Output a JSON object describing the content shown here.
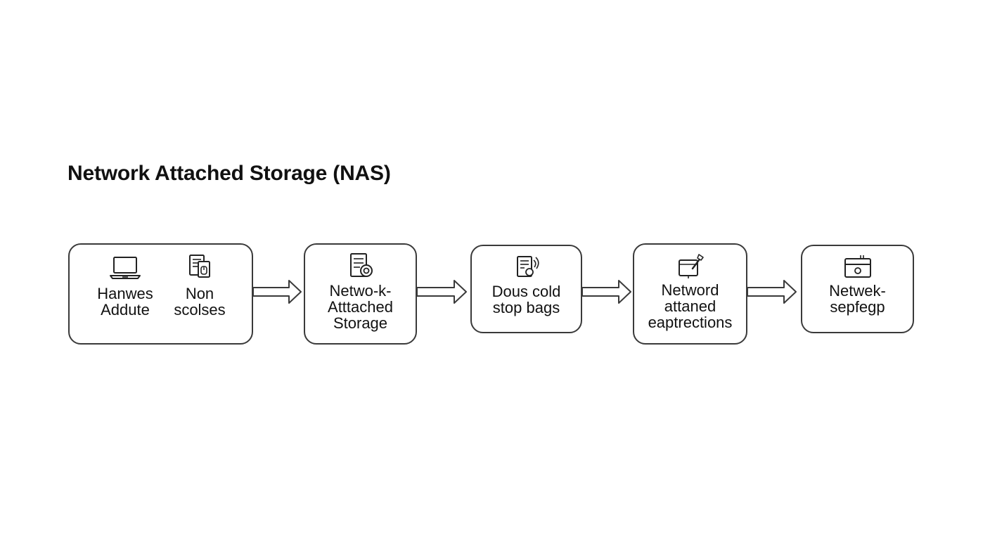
{
  "diagram": {
    "title": "Network Attached Storage (NAS)",
    "nodes": [
      {
        "id": "clients",
        "items": [
          {
            "icon": "laptop-icon",
            "lines": [
              "Hanwes",
              "Addute"
            ]
          },
          {
            "icon": "documents-icon",
            "lines": [
              "Non",
              "scolses"
            ]
          }
        ]
      },
      {
        "id": "nas",
        "icon": "nas-device-icon",
        "lines": [
          "Netwo-k-",
          "Atttached",
          "Storage"
        ]
      },
      {
        "id": "storage",
        "icon": "document-signal-icon",
        "lines": [
          "Dous cold",
          "stop bags"
        ]
      },
      {
        "id": "protection",
        "icon": "monitor-wrench-icon",
        "lines": [
          "Netword",
          "attaned",
          "eaptrections"
        ]
      },
      {
        "id": "backup",
        "icon": "drive-unit-icon",
        "lines": [
          "Netwek-",
          "sepfegp"
        ]
      }
    ],
    "edges": [
      {
        "from": "clients",
        "to": "nas"
      },
      {
        "from": "nas",
        "to": "storage"
      },
      {
        "from": "storage",
        "to": "protection"
      },
      {
        "from": "protection",
        "to": "backup"
      }
    ],
    "colors": {
      "stroke": "#3a3a3a",
      "text": "#111111",
      "background": "#ffffff"
    }
  }
}
